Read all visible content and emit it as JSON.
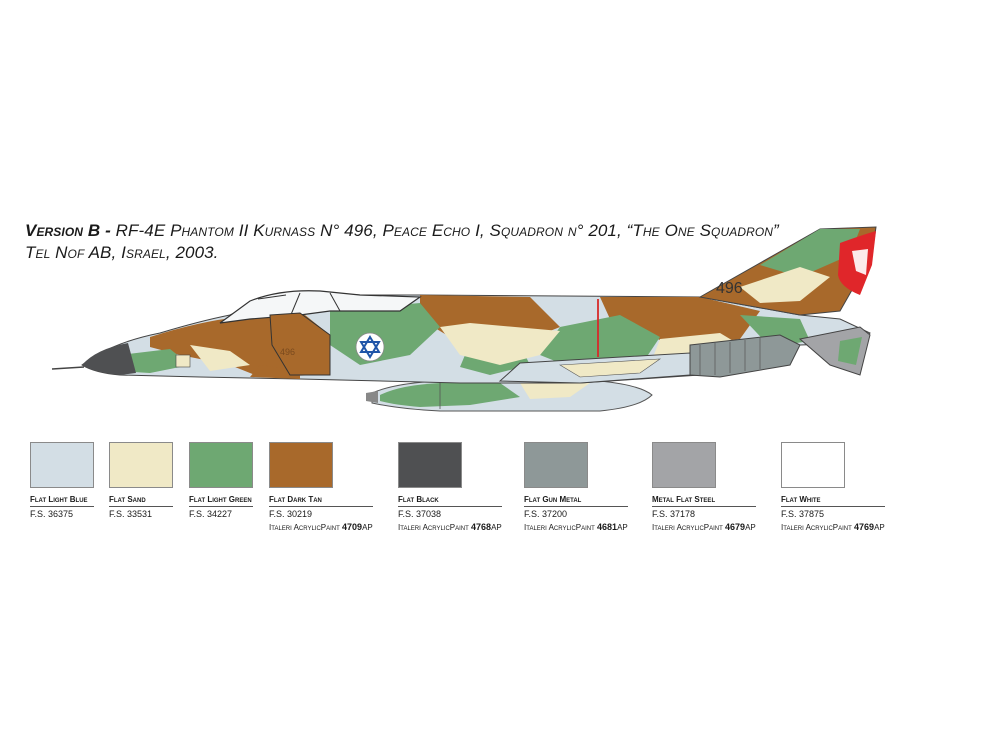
{
  "caption": {
    "version_label": "Version B -",
    "line1_rest": " RF-4E Phantom II Kurnass N° 496, Peace Echo I, Squadron n° 201, “The One Squadron”",
    "line2": "Tel Nof AB, Israel, 2003."
  },
  "aircraft": {
    "tail_number": "496",
    "nose_number": "496"
  },
  "colors": [
    {
      "name": "Flat Light Blue",
      "fs": "F.S. 36375",
      "hex": "#d3dee5",
      "paint_prefix": "",
      "paint_code": "",
      "paint_suffix": ""
    },
    {
      "name": "Flat Sand",
      "fs": "F.S. 33531",
      "hex": "#f0e9c6",
      "paint_prefix": "",
      "paint_code": "",
      "paint_suffix": ""
    },
    {
      "name": "Flat Light Green",
      "fs": "F.S. 34227",
      "hex": "#6ea872",
      "paint_prefix": "",
      "paint_code": "",
      "paint_suffix": ""
    },
    {
      "name": "Flat Dark Tan",
      "fs": "F.S. 30219",
      "hex": "#a8692b",
      "paint_prefix": "Italeri AcrylicPaint ",
      "paint_code": "4709",
      "paint_suffix": "AP"
    },
    {
      "name": "Flat Black",
      "fs": "F.S. 37038",
      "hex": "#4f5052",
      "paint_prefix": "Italeri AcrylicPaint ",
      "paint_code": "4768",
      "paint_suffix": "AP"
    },
    {
      "name": "Flat Gun Metal",
      "fs": "F.S. 37200",
      "hex": "#8e9898",
      "paint_prefix": "Italeri AcrylicPaint ",
      "paint_code": "4681",
      "paint_suffix": "AP"
    },
    {
      "name": "Metal Flat Steel",
      "fs": "F.S. 37178",
      "hex": "#a3a4a7",
      "paint_prefix": "Italeri AcrylicPaint ",
      "paint_code": "4679",
      "paint_suffix": "AP"
    },
    {
      "name": "Flat White",
      "fs": "F.S. 37875",
      "hex": "#ffffff",
      "paint_prefix": "Italeri AcrylicPaint ",
      "paint_code": "4769",
      "paint_suffix": "AP"
    }
  ]
}
